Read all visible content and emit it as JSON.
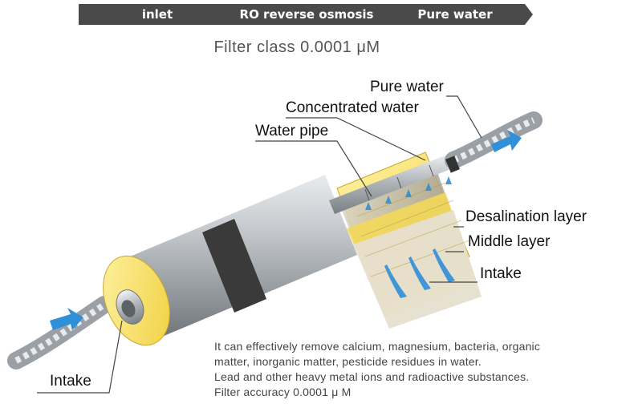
{
  "steps": [
    "inlet",
    "RO reverse osmosis",
    "Pure water"
  ],
  "subtitle": "Filter class 0.0001 μM",
  "labels": {
    "pure_water": "Pure water",
    "concentrated_water": "Concentrated water",
    "water_pipe": "Water pipe",
    "desalination_layer": "Desalination layer",
    "middle_layer": "Middle layer",
    "intake_right": "Intake",
    "intake_left": "Intake"
  },
  "description": [
    "It can effectively remove calcium, magnesium, bacteria, organic",
    "matter, inorganic matter, pesticide residues in water.",
    "Lead and other heavy metal ions and radioactive substances.",
    "Filter accuracy 0.0001 μ M"
  ],
  "colors": {
    "banner": "#4a4a4a",
    "membrane_yellow": "#f6dc5a",
    "cylinder_silver": "#b8bcc0",
    "flow_arrow": "#2f8fd8"
  }
}
